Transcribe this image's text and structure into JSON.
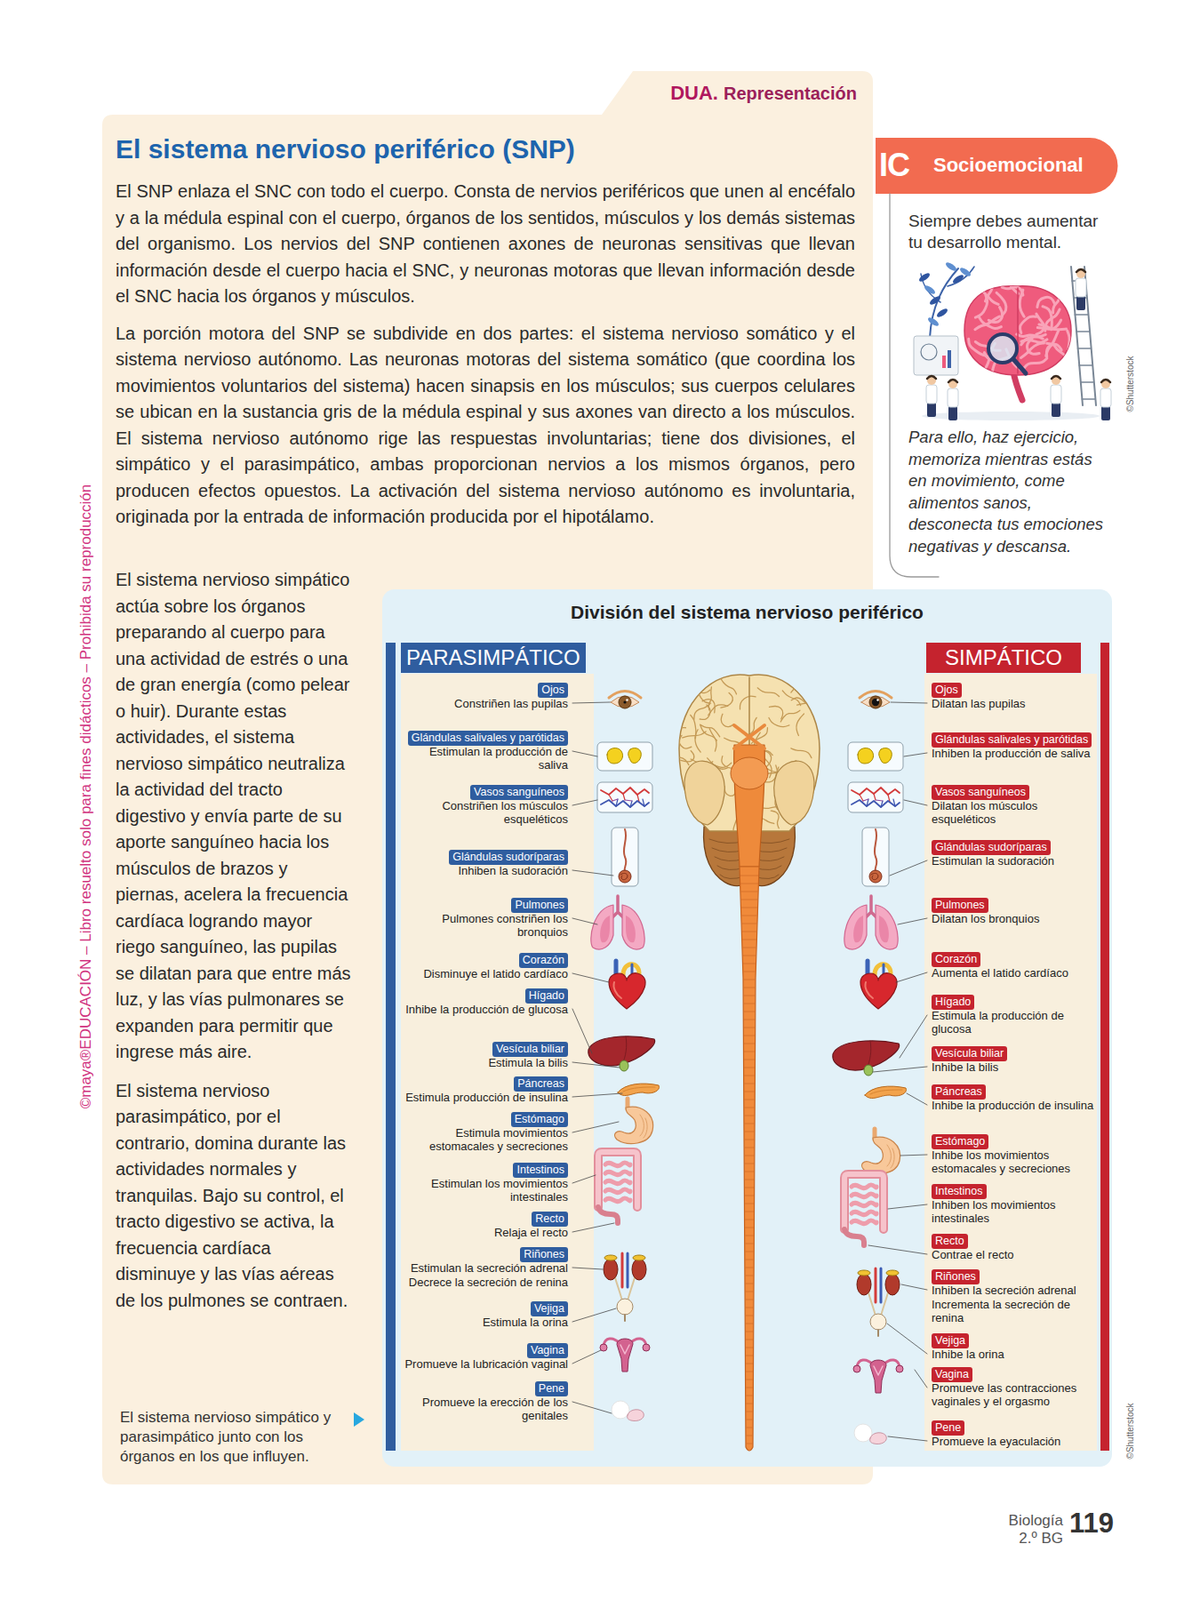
{
  "diagram": {
    "title": "El sistema nervioso periférico (SNP)",
    "caption": "El sistema nervioso simpático y parasimpático junto con los órganos en los que influyen.",
    "nodes": [
      {
        "text": [
          "DUA.",
          "Representación",
          "El SNP enlaza el SNC con todo el cuerpo. Consta de nervios periféricos que unen al encéfalo y a la médula espinal con el cuerpo, órganos de los sentidos, músculos y los demás sistemas del organismo. Los nervios del SNP contienen axones de neuronas sensitivas que llevan información desde el cuerpo hacia el SNC, y neuronas motoras que llevan información desde el SNC hacia los órganos y músculos.",
          "La porción motora del SNP se subdivide en dos partes: el sistema nervioso somático y el sistema nervioso autónomo. Las neuronas motoras del sistema somático (que coordina los movimientos voluntarios del sistema) hacen sinapsis en los músculos; sus cuerpos celulares se ubican en la sustancia gris de la médula espinal y sus axones van directo a los músculos. El sistema nervioso autónomo rige las respuestas involuntarias; tiene dos divisiones, el simpático y el parasimpático, ambas proporcionan nervios a los mismos órganos, pero producen efectos opuestos. La activación del sistema nervioso autónomo es involuntaria, originada por la entrada de información producida por el hipotálamo.",
          "El sistema nervioso simpático actúa sobre los órganos preparando al cuerpo para una actividad de estrés o una de gran energía (como pelear o huir). Durante estas actividades, el sistema nervioso simpático neutraliza la actividad del tracto digestivo y envía parte de su aporte sanguíneo hacia los músculos de brazos y piernas, acelera la frecuencia cardíaca logrando mayor riego sanguíneo, las pupilas se dilatan para que entre más luz, y las vías pulmonares se expanden para permitir que ingrese más aire.",
          "El sistema nervioso parasimpático, por el contrario, domina durante las actividades normales y tranquilas. Bajo su control, el tracto digestivo se activa, la frecuencia cardíaca disminuye y las vías aéreas de los pulmones se contraen."
        ]
      },
      {
        "text": [
          "Socioemocional",
          "Siempre debes aumentar tu desarrollo mental.",
          "Para ello, haz ejercicio, memoriza mientras estás en movimiento, come alimentos sanos, desconecta tus emociones negativas y descansa."
        ]
      },
      {
        "text": [
          "División del sistema nervioso periférico"
        ]
      },
      {
        "text": [
          "PARASIMPÁTICO"
        ],
        "in": 2
      },
      {
        "text": [
          "SIMPÁTICO"
        ],
        "in": 2
      },
      {
        "text": [
          "Ojos",
          "Constriñen las pupilas"
        ],
        "in": 2
      },
      {
        "text": [
          "Glándulas salivales y parótidas",
          "Estimulan la producción de saliva"
        ],
        "in": 2
      },
      {
        "text": [
          "Vasos sanguíneos",
          "Constriñen los músculos esqueléticos"
        ],
        "in": 2
      },
      {
        "text": [
          "Glándulas sudoríparas",
          "Inhiben la sudoración"
        ],
        "in": 2
      },
      {
        "text": [
          "Pulmones",
          "Pulmones constriñen los bronquios"
        ],
        "in": 2
      },
      {
        "text": [
          "Corazón",
          "Disminuye el latido cardíaco"
        ],
        "in": 2
      },
      {
        "text": [
          "Hígado",
          "Inhibe la producción de glucosa"
        ],
        "in": 2
      },
      {
        "text": [
          "Vesícula biliar",
          "Estimula la bilis"
        ],
        "in": 2
      },
      {
        "text": [
          "Páncreas",
          "Estimula producción de insulina"
        ],
        "in": 2
      },
      {
        "text": [
          "Estómago",
          "Estimula movimientos estomacales y secreciones"
        ],
        "in": 2
      },
      {
        "text": [
          "Intestinos",
          "Estimulan los movimientos intestinales"
        ],
        "in": 2
      },
      {
        "text": [
          "Recto",
          "Relaja el recto"
        ],
        "in": 2
      },
      {
        "text": [
          "Riñones",
          "Estimulan la secreción adrenal",
          "Decrece la secreción de renina"
        ],
        "in": 2
      },
      {
        "text": [
          "Vejiga",
          "Estimula la orina"
        ],
        "in": 2
      },
      {
        "text": [
          "Vagina",
          "Promueve la lubricación vaginal"
        ],
        "in": 2
      },
      {
        "text": [
          "Pene",
          "Promueve la erección de los genitales"
        ],
        "in": 2
      },
      {
        "text": [
          "Ojos",
          "Dilatan las pupilas"
        ],
        "in": 2
      },
      {
        "text": [
          "Glándulas salivales y parótidas",
          "Inhiben la producción de saliva"
        ],
        "in": 2
      },
      {
        "text": [
          "Vasos sanguíneos",
          "Dilatan los músculos esqueléticos"
        ],
        "in": 2
      },
      {
        "text": [
          "Glándulas sudoríparas",
          "Estimulan la sudoración"
        ],
        "in": 2
      },
      {
        "text": [
          "Pulmones",
          "Dilatan los bronquios"
        ],
        "in": 2
      },
      {
        "text": [
          "Corazón",
          "Aumenta el latido cardíaco"
        ],
        "in": 2
      },
      {
        "text": [
          "Hígado",
          "Estimula la producción de glucosa"
        ],
        "in": 2
      },
      {
        "text": [
          "Vesícula biliar",
          "Inhibe la bilis"
        ],
        "in": 2
      },
      {
        "text": [
          "Páncreas",
          "Inhibe la producción de insulina"
        ],
        "in": 2
      },
      {
        "text": [
          "Estómago",
          "Inhibe los movimientos estomacales y secreciones"
        ],
        "in": 2
      },
      {
        "text": [
          "Intestinos",
          "Inhiben los movimientos intestinales"
        ],
        "in": 2
      },
      {
        "text": [
          "Recto",
          "Contrae el recto"
        ],
        "in": 2
      },
      {
        "text": [
          "Riñones",
          "Inhiben la secreción adrenal",
          "Incrementa la secreción de renina"
        ],
        "in": 2
      },
      {
        "text": [
          "Vejiga",
          "Inhibe la orina"
        ],
        "in": 2
      },
      {
        "text": [
          "Vagina",
          "Promueve las contracciones vaginales y el orgasmo"
        ],
        "in": 2
      },
      {
        "text": [
          "Pene",
          "Promueve la eyaculación"
        ],
        "in": 2
      }
    ],
    "labels": [
      "IC",
      "©Shutterstock",
      "©Shutterstock",
      "©maya®EDUCACIÓN – Libro resuelto solo para fines didácticos – Prohibida su reproducción",
      "Biología",
      "2.º BG",
      "119"
    ]
  }
}
